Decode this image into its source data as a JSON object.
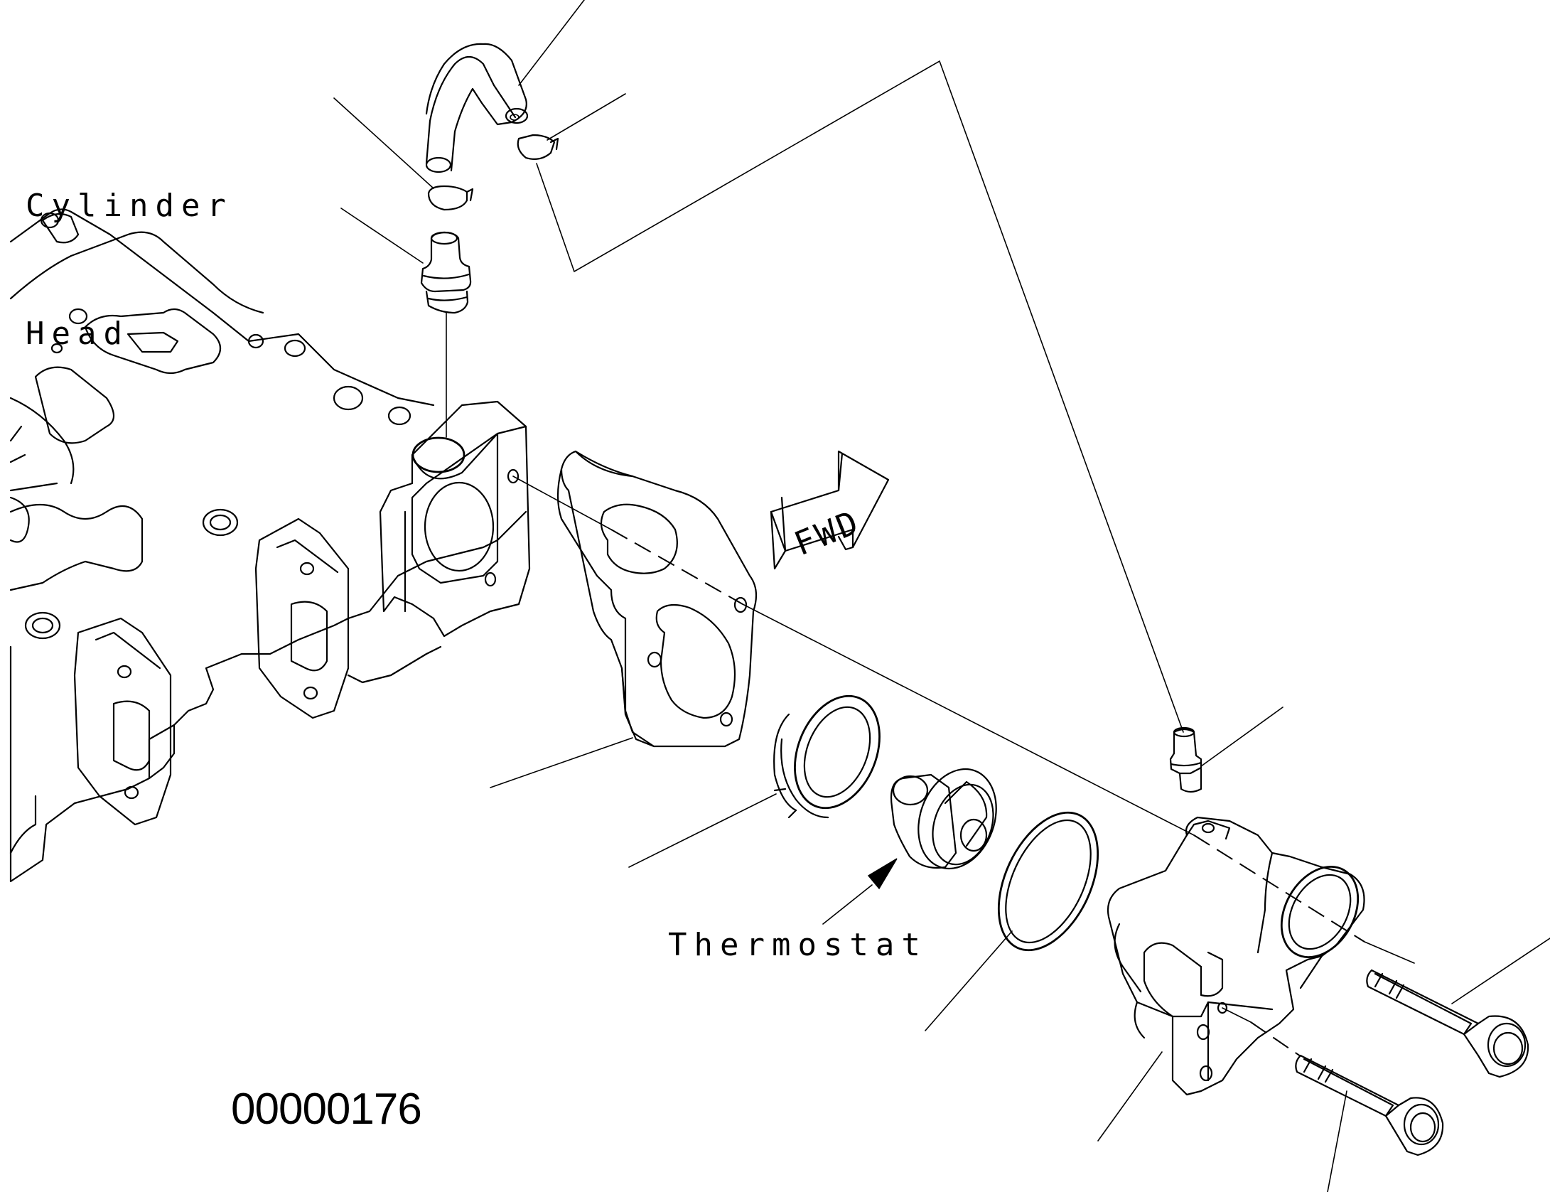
{
  "labels": {
    "cylinder_head_line1": "Cylinder",
    "cylinder_head_line2": "Head",
    "thermostat": "Thermostat",
    "fwd_arrow": "FWD"
  },
  "drawing_number": "00000176"
}
